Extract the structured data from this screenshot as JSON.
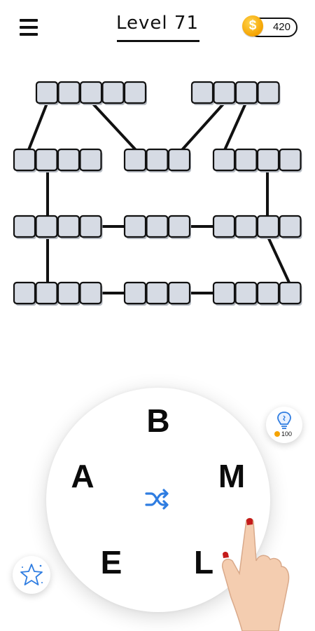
{
  "header": {
    "level_label": "Level 71",
    "coins": "420",
    "coin_symbol": "$"
  },
  "wheel": {
    "letters": [
      "B",
      "M",
      "L",
      "E",
      "A"
    ]
  },
  "hint": {
    "cost": "100"
  },
  "icons": {
    "menu": "menu-icon",
    "coin": "coin-icon",
    "shuffle": "shuffle-icon",
    "hint": "lightbulb-icon",
    "star": "star-icon"
  },
  "colors": {
    "tile_fill": "#d6dbe4",
    "tile_border": "#111111",
    "accent_blue": "#2f7de1",
    "coin_gold": "#f5a300"
  }
}
